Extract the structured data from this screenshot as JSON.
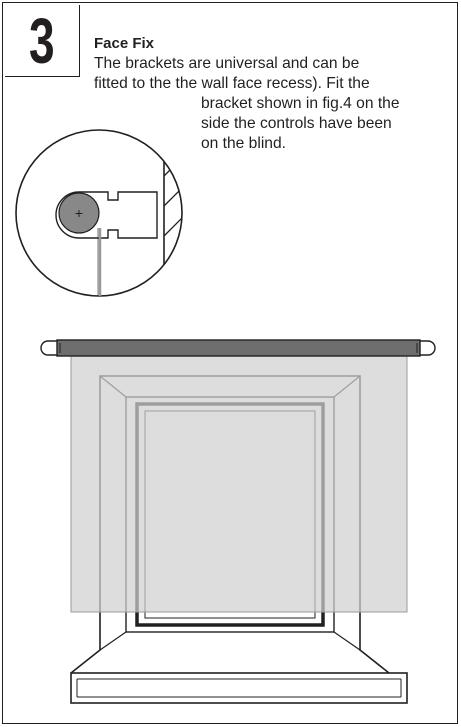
{
  "step": {
    "number": "3"
  },
  "section": {
    "title": "Face Fix",
    "text_line_1": "The brackets are universal and can be",
    "text_line_2": "fitted to the the wall face recess). Fit the",
    "text_line_3": "bracket shown in fig.4 on the",
    "text_line_4": "side the controls have been",
    "text_line_5": "on the blind."
  },
  "detail": {
    "marker": "+"
  },
  "colors": {
    "ink": "#231f20",
    "roller": "#888888",
    "blind": "#d0d0d0",
    "rail": "#6e6e6e"
  }
}
